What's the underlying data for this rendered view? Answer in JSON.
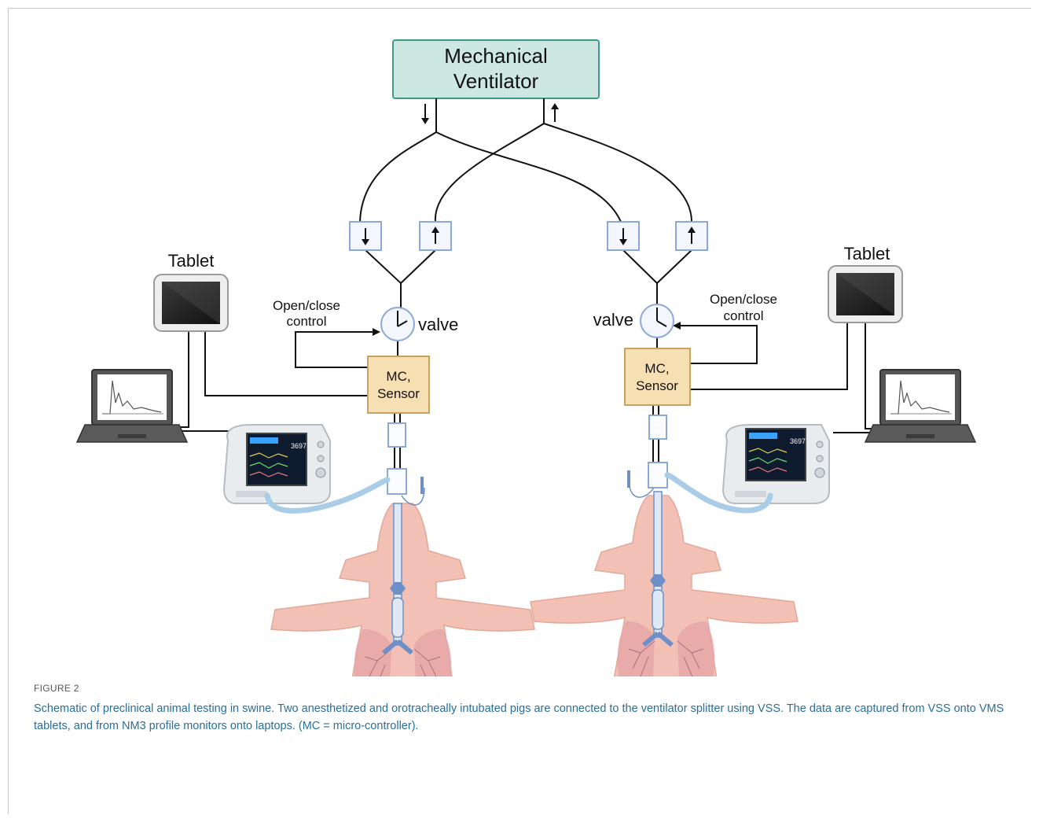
{
  "diagram": {
    "ventilator_label_line1": "Mechanical",
    "ventilator_label_line2": "Ventilator",
    "left_tablet_label": "Tablet",
    "right_tablet_label": "Tablet",
    "left_control_line1": "Open/close",
    "left_control_line2": "control",
    "right_control_line1": "Open/close",
    "right_control_line2": "control",
    "left_valve_label": "valve",
    "right_valve_label": "valve",
    "left_mc_line1": "MC,",
    "left_mc_line2": "Sensor",
    "right_mc_line1": "MC,",
    "right_mc_line2": "Sensor",
    "left_monitor_value1": "36",
    "left_monitor_value2": "97",
    "right_monitor_value1": "36",
    "right_monitor_value2": "97",
    "colors": {
      "ventilator_fill": "#cde8e2",
      "ventilator_stroke": "#3d9a8a",
      "mc_fill": "#f7dfb4",
      "mc_stroke": "#c9a160",
      "valve_box_stroke": "#8aa9d6",
      "pig_skin": "#f2c0b4",
      "lung": "#e8a6a8",
      "airway_blue": "#6e8fc8"
    }
  },
  "caption": {
    "label": "FIGURE 2",
    "text": "Schematic of preclinical animal testing in swine. Two anesthetized and orotracheally intubated pigs are connected to the ventilator splitter using VSS. The data are captured from VSS onto VMS tablets, and from NM3 profile monitors onto laptops. (MC = micro-controller)."
  }
}
